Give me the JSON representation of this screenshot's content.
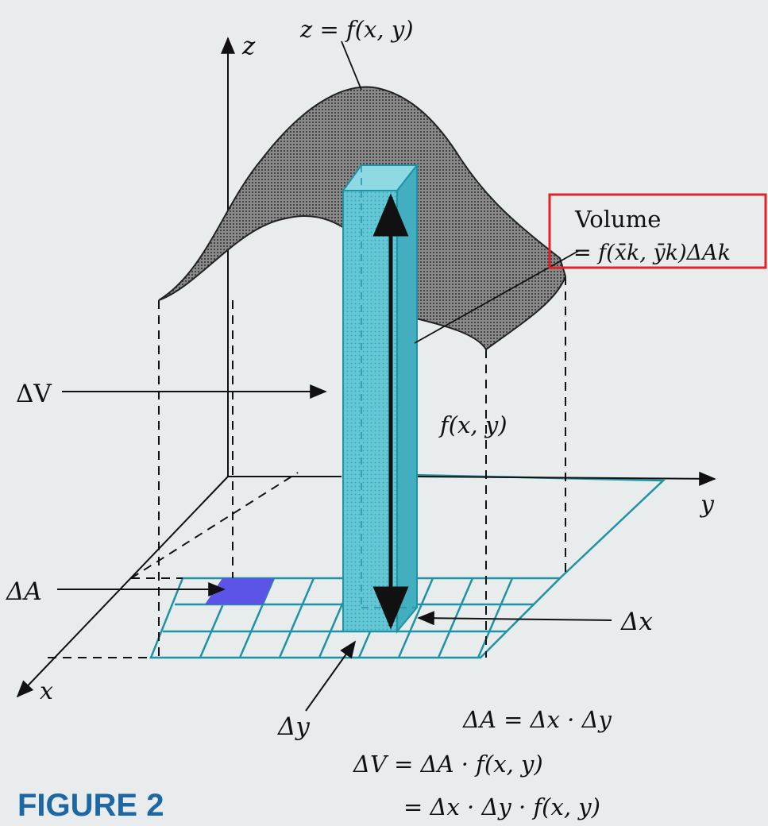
{
  "labels": {
    "surface": "z = f(x, y)",
    "z_axis": "z",
    "y_axis": "y",
    "x_axis": "x",
    "volume_title": "Volume",
    "volume_formula": "= f(x̄k, ȳk)ΔAk",
    "delta_v": "ΔV",
    "f_xy": "f(x, y)",
    "delta_a": "ΔA",
    "delta_x": "Δx",
    "delta_y": "Δy",
    "eq_area": "ΔA = Δx · Δy",
    "eq_volume_1": "ΔV = ΔA · f(x, y)",
    "eq_volume_2": "= Δx · Δy · f(x, y)",
    "figure": "FIGURE 2"
  },
  "colors": {
    "background": "#e9ecec",
    "column": "#5bc3d3",
    "grid": "#1e93a6",
    "highlight_cell": "#5b54e6",
    "callout_border": "#e0242b",
    "figure_label": "#1e67a5",
    "surface": "#6d6d6d"
  }
}
